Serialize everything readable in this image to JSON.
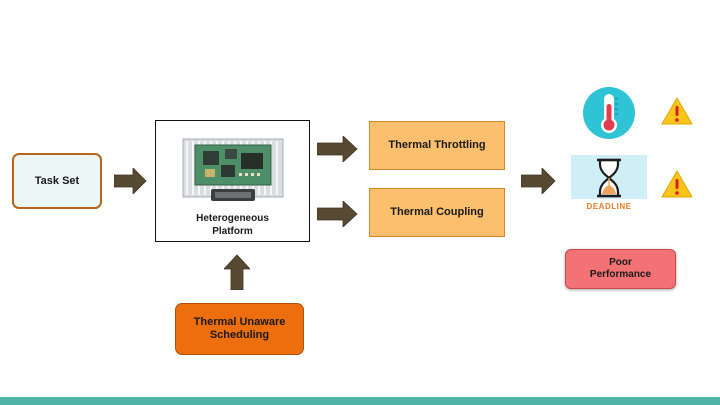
{
  "nodes": {
    "task_set": "Task Set",
    "platform": "Heterogeneous\nPlatform",
    "thermal_throttling": "Thermal Throttling",
    "thermal_coupling": "Thermal Coupling",
    "thermal_unaware_scheduling": "Thermal Unaware\nScheduling",
    "poor_performance": "Poor\nPerformance"
  },
  "icons": {
    "platform_image": "circuit-board-icon",
    "thermometer": "thermometer-icon",
    "deadline": "deadline-hourglass-icon",
    "warning": "warning-icon"
  },
  "deadline_label": "DEADLINE",
  "colors": {
    "arrow": "#574a32",
    "throttling_fill": "#fbbf6e",
    "scheduling_fill": "#ec6e0c",
    "poor_performance_fill": "#f27275",
    "task_set_fill": "#ebf7f4",
    "bottom_bar": "#4fb3a6"
  }
}
